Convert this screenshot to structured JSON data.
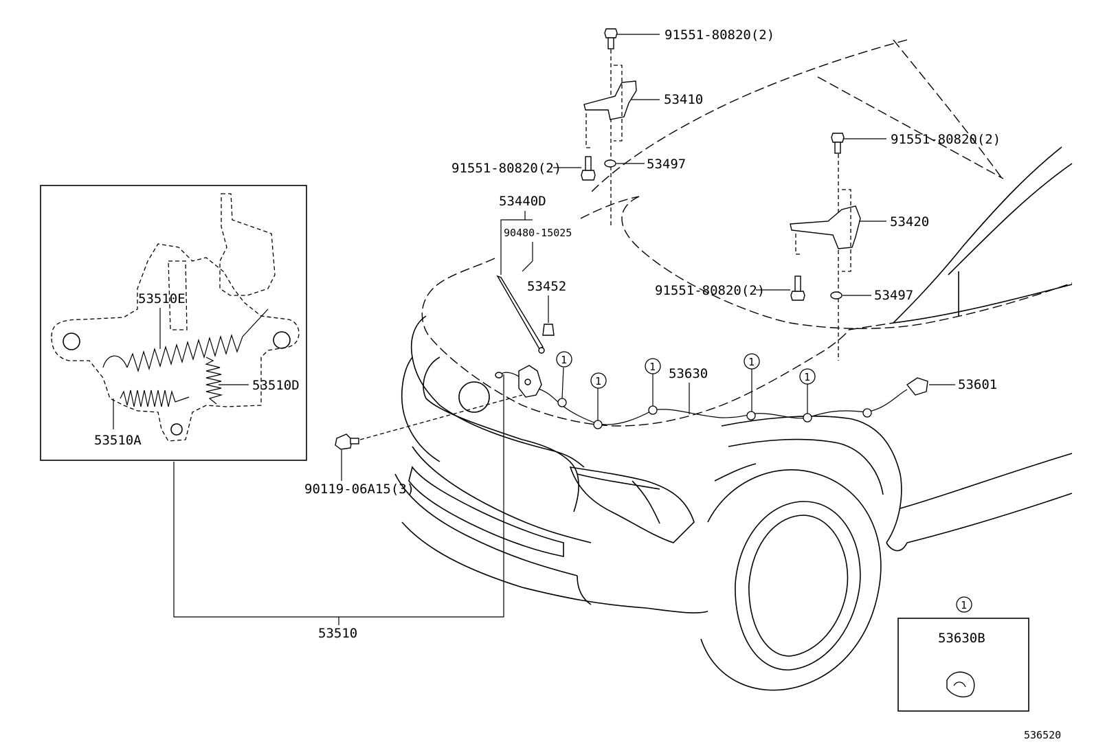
{
  "labels": {
    "bolt_top": "91551-80820(2)",
    "hinge_left": "53410",
    "bolt_left_hinge": "91551-80820(2)",
    "washer_left": "53497",
    "support_rod": "53440D",
    "clip_rod": "90480-15025",
    "hood_rod_holder": "53452",
    "bolt_right_top": "91551-80820(2)",
    "hinge_right": "53420",
    "bolt_right_hinge": "91551-80820(2)",
    "washer_right": "53497",
    "release_cable": "53630",
    "cable_end": "53601",
    "screw_bumper": "90119-06A15(3)",
    "lock_assy": "53510",
    "spring_e": "53510E",
    "spring_d": "53510D",
    "spring_a": "53510A",
    "clamp_ref": "53630B",
    "circle_ref": "1",
    "diagram_code": "536520"
  }
}
